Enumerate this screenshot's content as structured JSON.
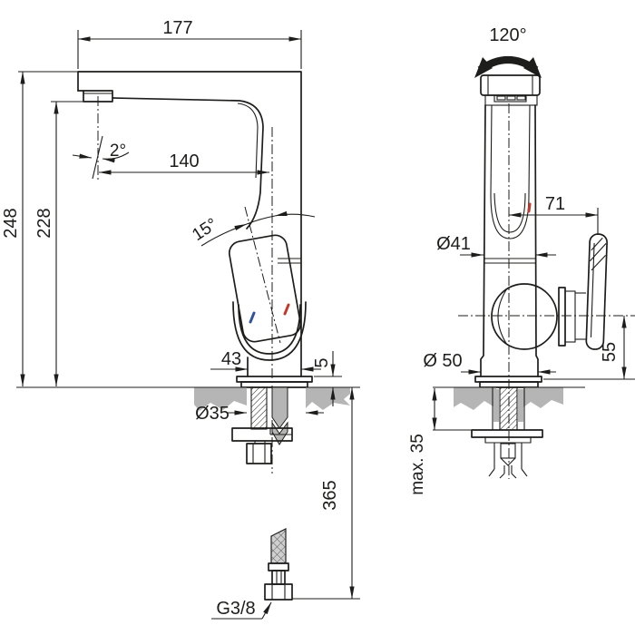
{
  "colors": {
    "line": "#1d1d1b",
    "background": "#ffffff",
    "countertop": "#b5b5b5",
    "hot_marker": "#c03a2b",
    "cold_marker": "#31519e"
  },
  "side_view": {
    "dimensions": {
      "spout_reach": "177",
      "outlet_angle": "2°",
      "outlet_to_axis": "140",
      "total_height": "248",
      "outlet_height": "228",
      "handle_tilt": "15°",
      "base_width": "43",
      "base_plate_height": "5",
      "mounting_hole_diameter": "Ø35",
      "supply_hose_length": "365",
      "connection_thread": "G3/8"
    }
  },
  "front_view": {
    "dimensions": {
      "spout_swivel_angle": "120°",
      "handle_reach": "71",
      "body_diameter": "Ø41",
      "base_diameter": "Ø 50",
      "handle_height": "55",
      "max_deck_thickness": "max. 35"
    }
  }
}
